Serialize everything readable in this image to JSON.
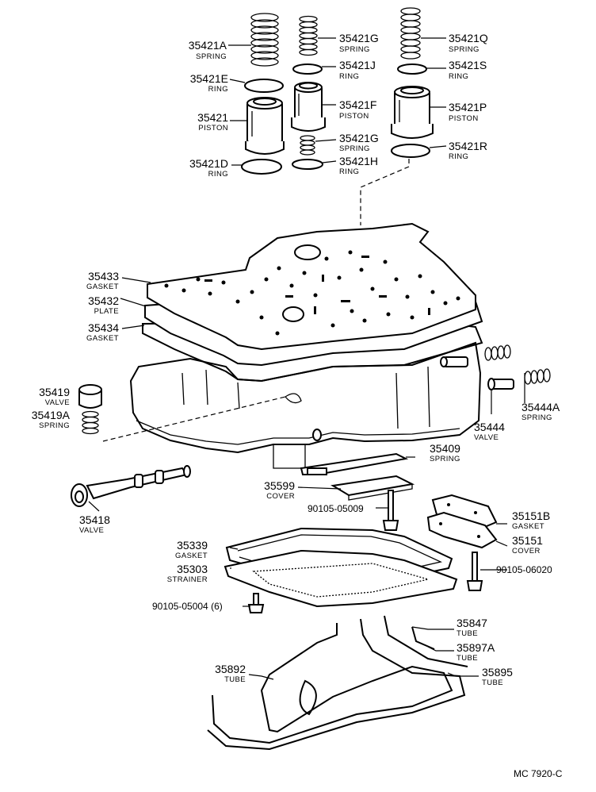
{
  "catalog_code": "MC  7920-C",
  "callouts": [
    {
      "id": "35421a",
      "number": "35421A",
      "name": "SPRING"
    },
    {
      "id": "35421g-top",
      "number": "35421G",
      "name": "SPRING"
    },
    {
      "id": "35421q",
      "number": "35421Q",
      "name": "SPRING"
    },
    {
      "id": "35421j",
      "number": "35421J",
      "name": "RING"
    },
    {
      "id": "35421s",
      "number": "35421S",
      "name": "RING"
    },
    {
      "id": "35421e",
      "number": "35421E",
      "name": "RING"
    },
    {
      "id": "35421",
      "number": "35421",
      "name": "PISTON"
    },
    {
      "id": "35421f",
      "number": "35421F",
      "name": "PISTON"
    },
    {
      "id": "35421p",
      "number": "35421P",
      "name": "PISTON"
    },
    {
      "id": "35421g-mid",
      "number": "35421G",
      "name": "SPRING"
    },
    {
      "id": "35421d",
      "number": "35421D",
      "name": "RING"
    },
    {
      "id": "35421h",
      "number": "35421H",
      "name": "RING"
    },
    {
      "id": "35421r",
      "number": "35421R",
      "name": "RING"
    },
    {
      "id": "35433",
      "number": "35433",
      "name": "GASKET"
    },
    {
      "id": "35432",
      "number": "35432",
      "name": "PLATE"
    },
    {
      "id": "35434",
      "number": "35434",
      "name": "GASKET"
    },
    {
      "id": "35419",
      "number": "35419",
      "name": "VALVE"
    },
    {
      "id": "35419a",
      "number": "35419A",
      "name": "SPRING"
    },
    {
      "id": "35444",
      "number": "35444",
      "name": "VALVE"
    },
    {
      "id": "35444a",
      "number": "35444A",
      "name": "SPRING"
    },
    {
      "id": "35409",
      "number": "35409",
      "name": "SPRING"
    },
    {
      "id": "35599",
      "number": "35599",
      "name": "COVER"
    },
    {
      "id": "35418",
      "number": "35418",
      "name": "VALVE"
    },
    {
      "id": "35151b",
      "number": "35151B",
      "name": "GASKET"
    },
    {
      "id": "35151",
      "number": "35151",
      "name": "COVER"
    },
    {
      "id": "35339",
      "number": "35339",
      "name": "GASKET"
    },
    {
      "id": "35303",
      "number": "35303",
      "name": "STRAINER"
    },
    {
      "id": "35847",
      "number": "35847",
      "name": "TUBE"
    },
    {
      "id": "35897a",
      "number": "35897A",
      "name": "TUBE"
    },
    {
      "id": "35892",
      "number": "35892",
      "name": "TUBE"
    },
    {
      "id": "35895",
      "number": "35895",
      "name": "TUBE"
    }
  ],
  "bolt_codes": {
    "b1": "90105-05009",
    "b2": "90105-06020",
    "b3": "90105-05004 (6)"
  }
}
